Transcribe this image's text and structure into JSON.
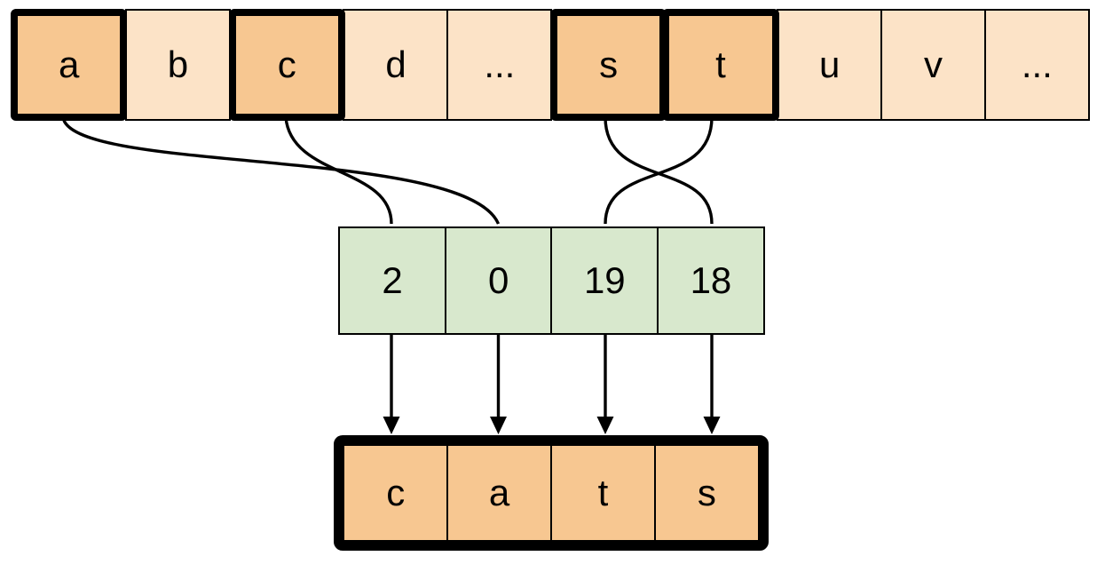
{
  "colors": {
    "cell_light": "#fce3c7",
    "cell_highlight": "#f7c791",
    "cell_index": "#d8e8cd",
    "stroke": "#000000"
  },
  "alphabet_row": {
    "cells": [
      {
        "label": "a",
        "highlighted": true
      },
      {
        "label": "b",
        "highlighted": false
      },
      {
        "label": "c",
        "highlighted": true
      },
      {
        "label": "d",
        "highlighted": false
      },
      {
        "label": "...",
        "highlighted": false
      },
      {
        "label": "s",
        "highlighted": true
      },
      {
        "label": "t",
        "highlighted": true
      },
      {
        "label": "u",
        "highlighted": false
      },
      {
        "label": "v",
        "highlighted": false
      },
      {
        "label": "...",
        "highlighted": false
      }
    ]
  },
  "index_row": {
    "cells": [
      {
        "label": "2"
      },
      {
        "label": "0"
      },
      {
        "label": "19"
      },
      {
        "label": "18"
      }
    ]
  },
  "output_row": {
    "cells": [
      {
        "label": "c"
      },
      {
        "label": "a"
      },
      {
        "label": "t"
      },
      {
        "label": "s"
      }
    ]
  },
  "connections": [
    {
      "from": "a",
      "to": "0"
    },
    {
      "from": "c",
      "to": "2"
    },
    {
      "from": "s",
      "to": "18"
    },
    {
      "from": "t",
      "to": "19"
    }
  ]
}
